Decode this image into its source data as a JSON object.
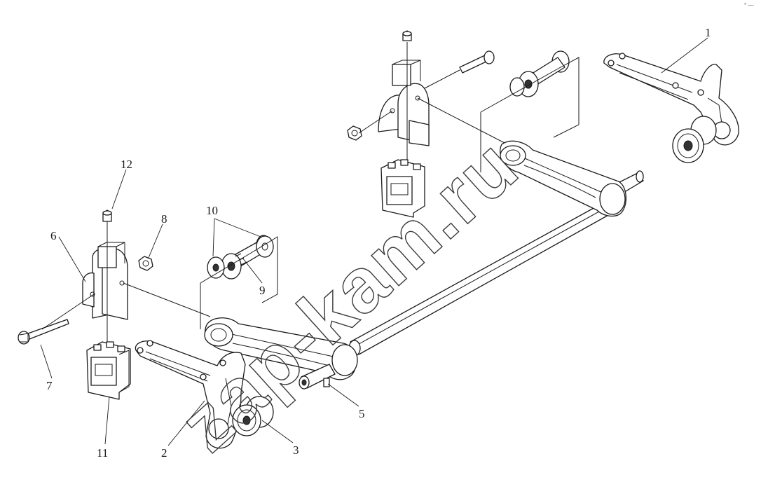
{
  "callouts": {
    "c1": "1",
    "c2": "2",
    "c3": "3",
    "c5": "5",
    "c6": "6",
    "c7": "7",
    "c8": "8",
    "c9": "9",
    "c10": "10",
    "c11": "11",
    "c12": "12"
  },
  "watermark": "zap-kam.ru",
  "corner_mark": "° —"
}
